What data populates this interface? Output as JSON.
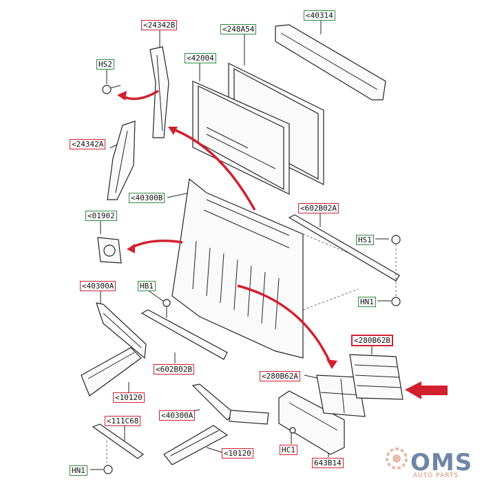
{
  "callouts": {
    "c24342B": "<24342B",
    "c248A54": "<248A54",
    "c40314": "<40314",
    "cHS2": "HS2",
    "c42004": "<42004",
    "c24342A": "<24342A",
    "c40300B": "<40300B",
    "c602B02A": "<602B02A",
    "c01902": "<01902",
    "cHS1": "HS1",
    "c40300A_1": "<40300A",
    "cHB1": "HB1",
    "cHN1_1": "HN1",
    "c280B62B": "<280B62B",
    "c280B62A": "<280B62A",
    "c602B02B": "<602B02B",
    "c10120_1": "<10120",
    "c111C68": "<111C68",
    "c40300A_2": "<40300A",
    "c10120_2": "<10120",
    "cHC1": "HC1",
    "c643B14": "643B14",
    "cHN1_2": "HN1"
  },
  "watermark": {
    "brand": "OMS",
    "sub": "AUTO PARTS"
  },
  "colors": {
    "red_border": "#d2202f",
    "green_border": "#2a8a3a",
    "arrow": "#d2202f"
  }
}
